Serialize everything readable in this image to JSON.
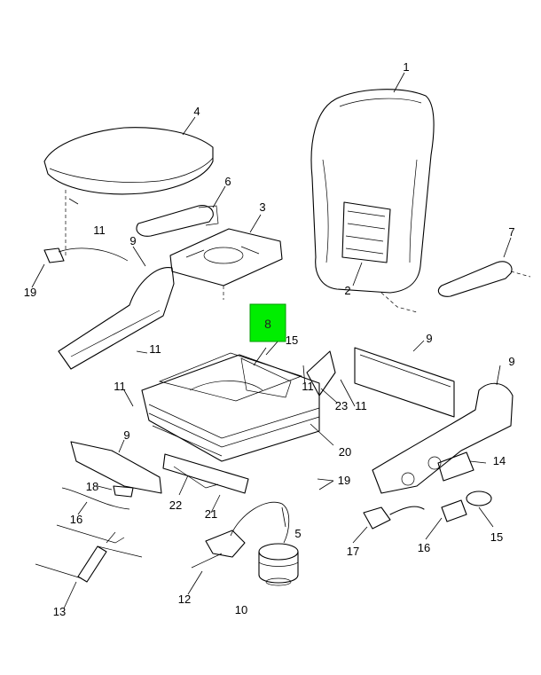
{
  "diagram": {
    "callouts": {
      "c1": "1",
      "c2": "2",
      "c3": "3",
      "c4": "4",
      "c5": "5",
      "c6": "6",
      "c7": "7",
      "c8": "8",
      "c9a": "9",
      "c9b": "9",
      "c9c": "9",
      "c9d": "9",
      "c10": "10",
      "c11a": "11",
      "c11b": "11",
      "c11c": "11",
      "c11d": "11",
      "c11e": "11",
      "c12": "12",
      "c13": "13",
      "c14": "14",
      "c15a": "15",
      "c15b": "15",
      "c16": "16",
      "c17": "17",
      "c18": "18",
      "c19a": "19",
      "c19b": "19",
      "c20": "20",
      "c21": "21",
      "c22": "22",
      "c23": "23"
    },
    "highlight_color": "#00ee00"
  }
}
